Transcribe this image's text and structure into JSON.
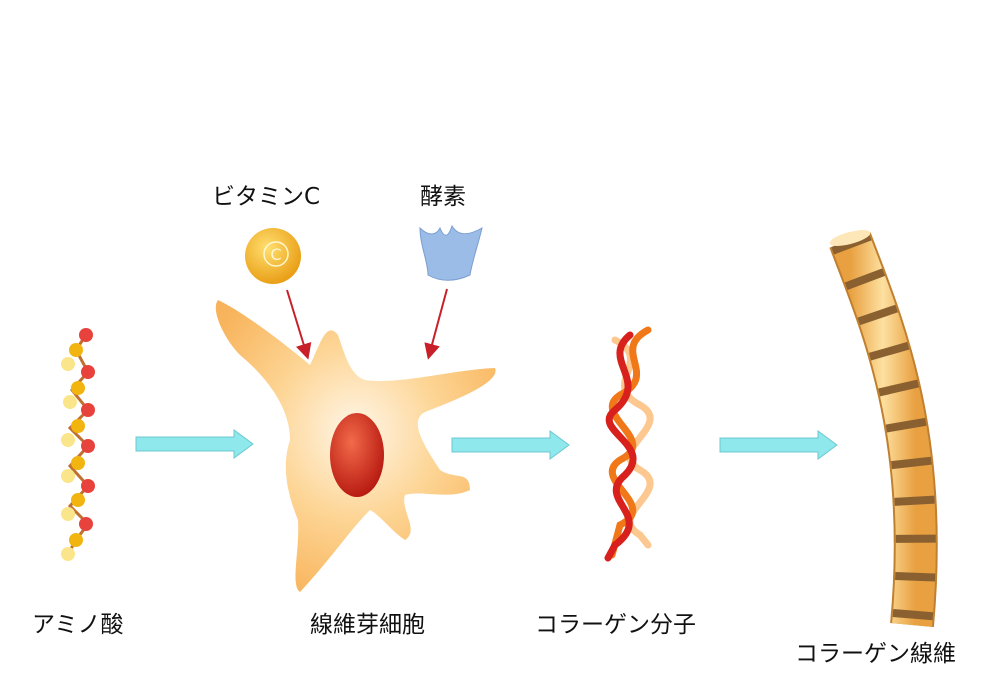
{
  "labels": {
    "amino_acid": "アミノ酸",
    "fibroblast": "線維芽細胞",
    "collagen_molecule": "コラーゲン分子",
    "collagen_fiber": "コラーゲン線維",
    "vitamin_c": "ビタミンC",
    "enzyme": "酵素",
    "vitamin_c_letter": "C"
  },
  "colors": {
    "flow_arrow": "#8ee8ec",
    "pointer_arrow": "#c8202a",
    "cell": "#fcc87a",
    "nucleus": "#d8261c",
    "vitamin": "#f5b21c",
    "enzyme": "#9bbce6",
    "fiber": "#f3c060",
    "fiber_band": "#8a6030"
  }
}
